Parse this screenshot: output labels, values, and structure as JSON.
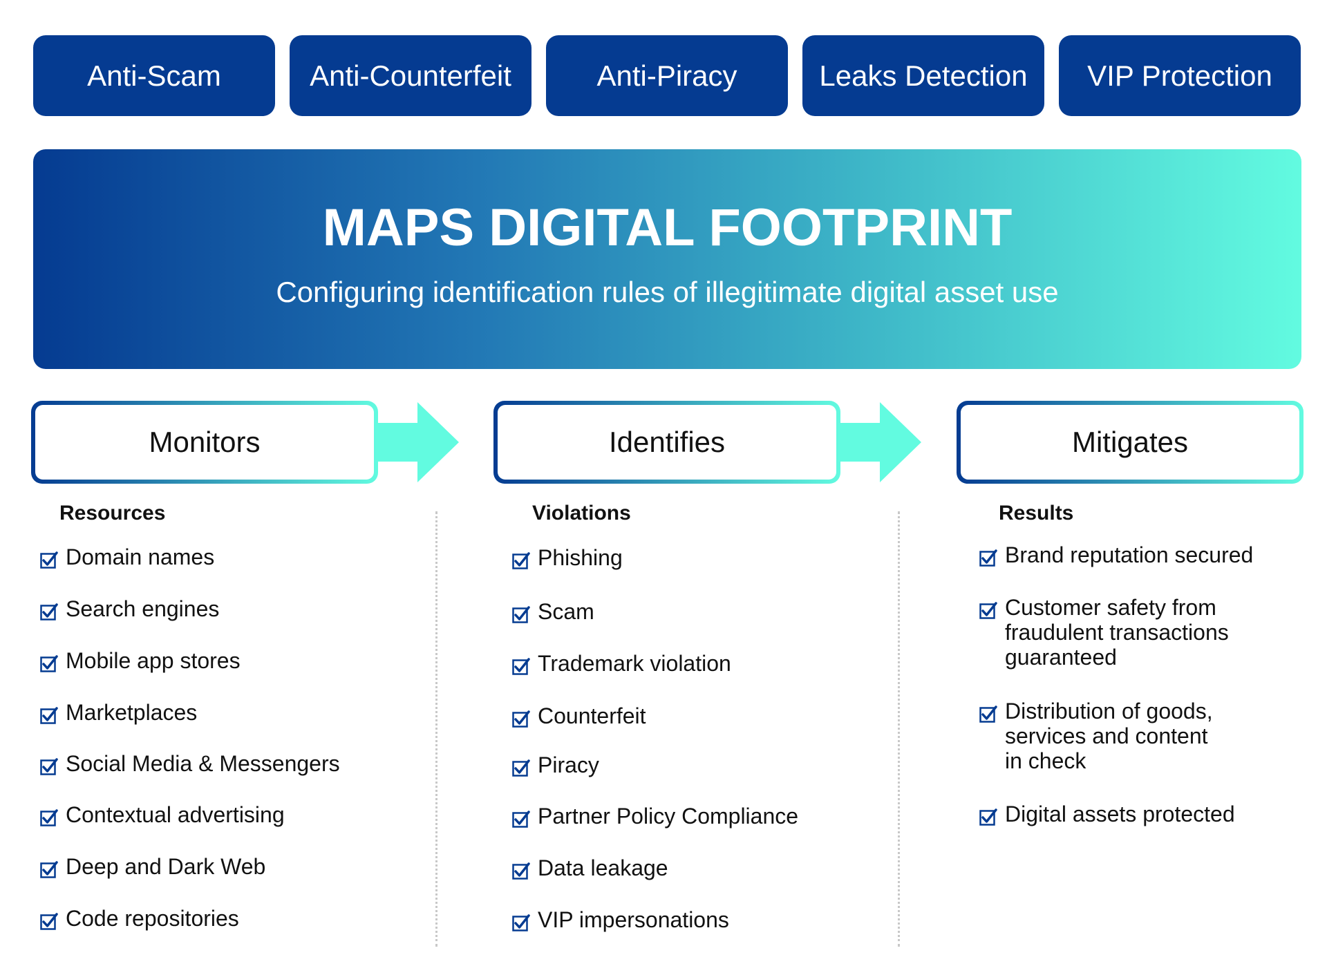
{
  "top_buttons": [
    "Anti-Scam",
    "Anti-Counterfeit",
    "Anti-Piracy",
    "Leaks Detection",
    "VIP Protection"
  ],
  "banner": {
    "title": "MAPS DIGITAL FOOTPRINT",
    "subtitle": "Configuring identification rules of illegitimate digital asset use"
  },
  "stages": [
    {
      "label": "Monitors",
      "heading": "Resources",
      "items": [
        "Domain names",
        "Search engines",
        "Mobile app stores",
        "Marketplaces",
        "Social Media & Messengers",
        "Contextual advertising",
        "Deep and Dark Web",
        "Code repositories"
      ]
    },
    {
      "label": "Identifies",
      "heading": "Violations",
      "items": [
        "Phishing",
        "Scam",
        "Trademark violation",
        "Counterfeit",
        "Piracy",
        "Partner Policy Compliance",
        "Data leakage",
        "VIP impersonations"
      ]
    },
    {
      "label": "Mitigates",
      "heading": "Results",
      "items": [
        [
          "Brand reputation secured"
        ],
        [
          "Customer safety from",
          "fraudulent transactions",
          "guaranteed"
        ],
        [
          "Distribution of goods,",
          "services and content",
          "in check"
        ],
        [
          "Digital assets protected"
        ]
      ]
    }
  ],
  "colors": {
    "dark_blue": "#053b91",
    "aqua": "#62fbe0",
    "check": "#053b91"
  },
  "icons": {
    "check": "checkbox-check-icon",
    "arrow": "arrow-right-icon"
  }
}
